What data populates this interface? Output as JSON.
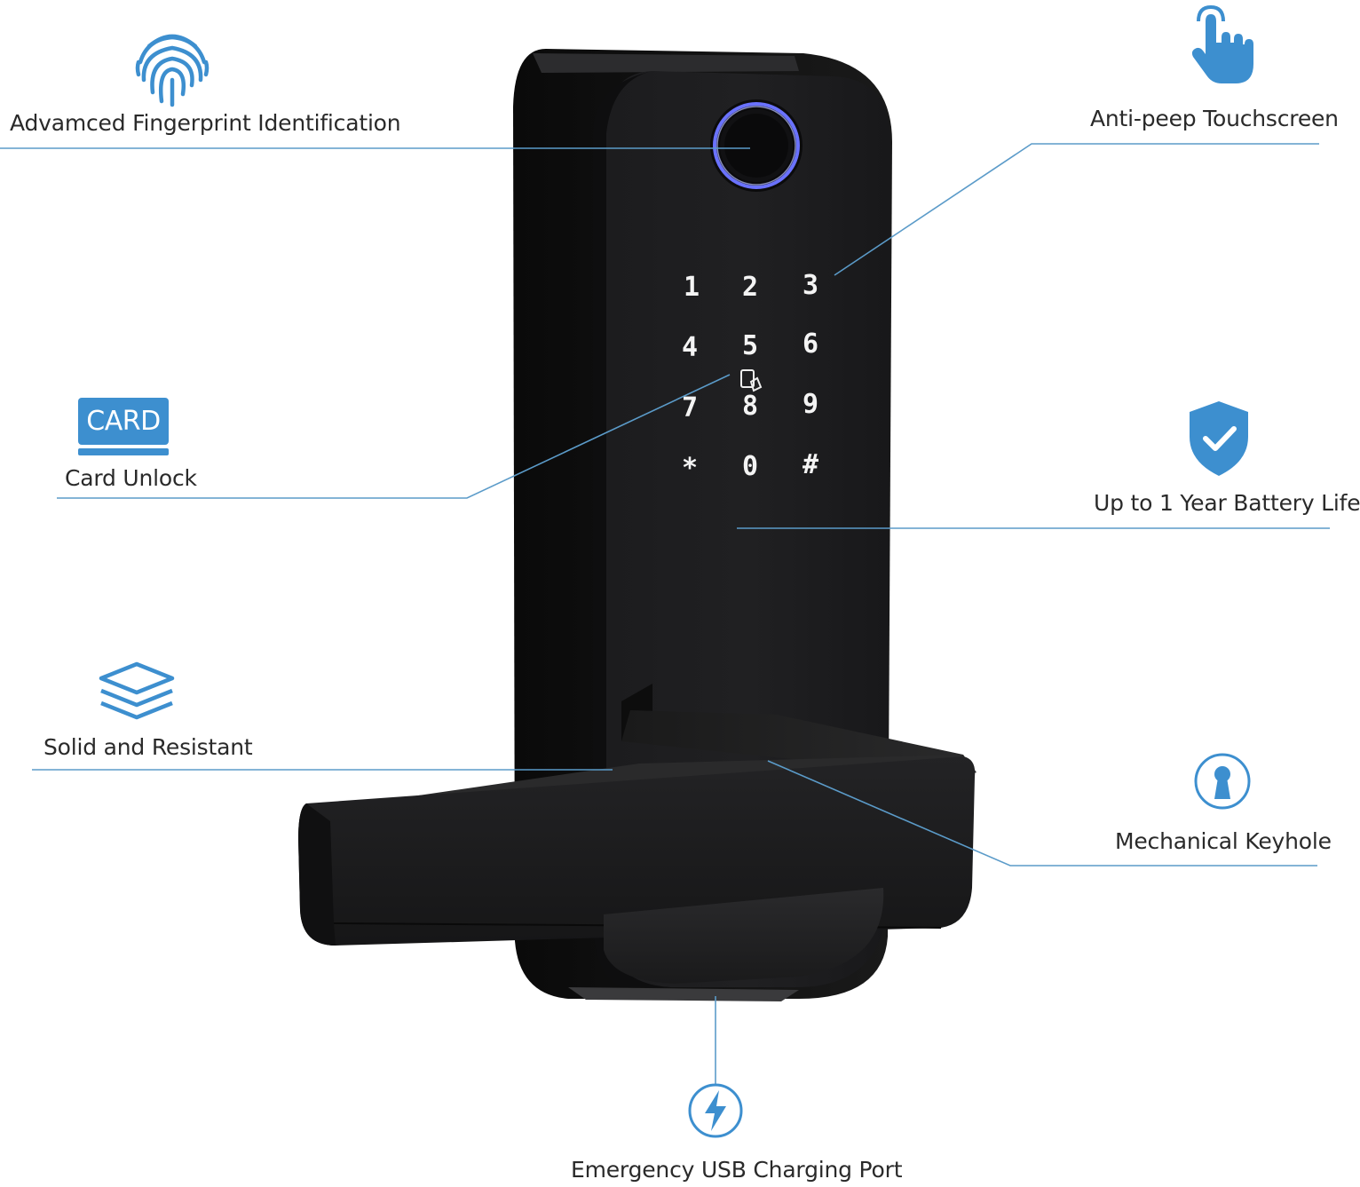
{
  "features": {
    "fingerprint": "Advamced Fingerprint Identification",
    "touchscreen": "Anti-peep Touchscreen",
    "card": "Card Unlock",
    "battery": "Up to 1 Year Battery Life",
    "solid": "Solid and Resistant",
    "keyhole": "Mechanical Keyhole",
    "usb": "Emergency USB Charging Port"
  },
  "card_icon_text": "CARD",
  "keypad": [
    "1",
    "2",
    "3",
    "4",
    "5",
    "6",
    "7",
    "8",
    "9",
    "*",
    "0",
    "#"
  ],
  "icons": {
    "fingerprint": "fingerprint-icon",
    "touch": "touch-hand-icon",
    "card": "card-icon",
    "battery": "shield-check-icon",
    "solid": "layers-icon",
    "keyhole": "keyhole-icon",
    "usb": "lightning-icon"
  },
  "colors": {
    "accent": "#3d8fcf",
    "leader_line": "#5b9bc9",
    "lock_body": "#141414",
    "text": "#2a2a2a"
  }
}
